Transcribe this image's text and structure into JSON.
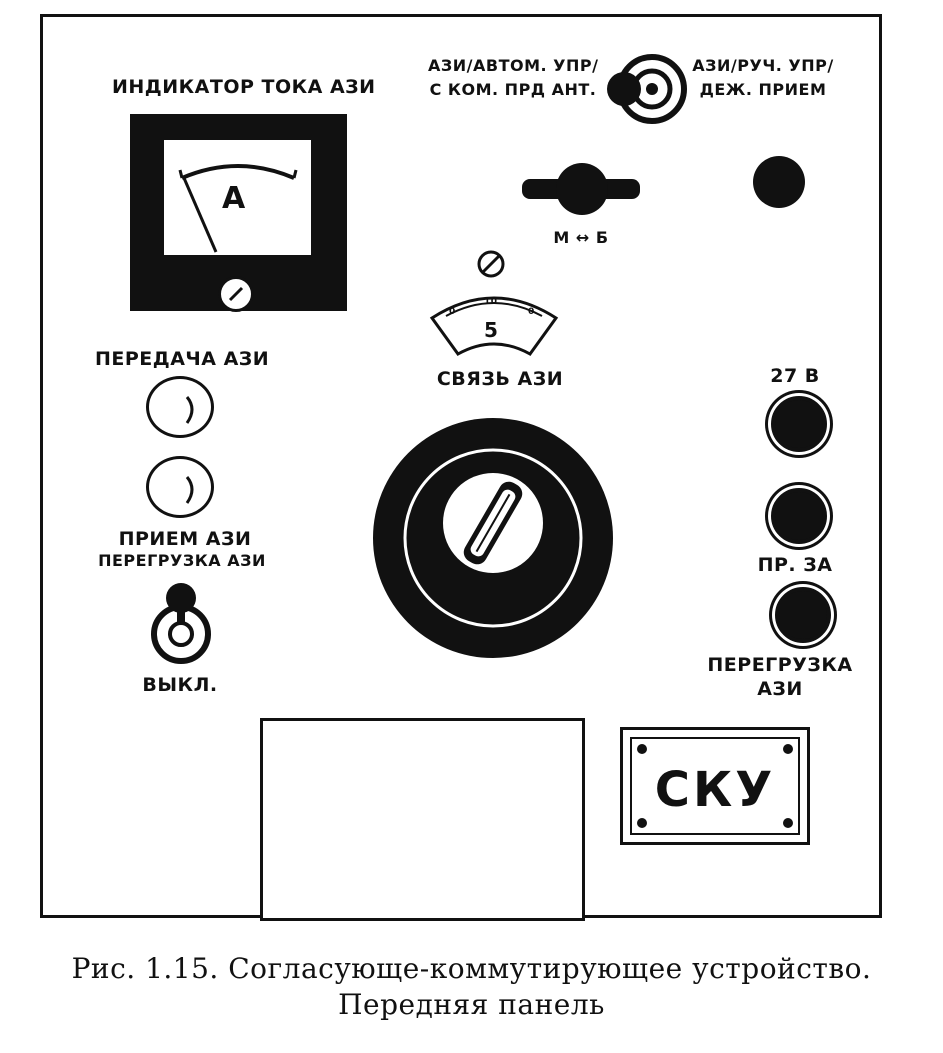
{
  "panel": {
    "meter": {
      "label": "ИНДИКАТОР ТОКА АЗИ",
      "unit": "А"
    },
    "mode_switch": {
      "left_label_line1": "АЗИ/АВТОМ. УПР/",
      "left_label_line2": "С КОМ. ПРД АНТ.",
      "right_label_line1": "АЗИ/РУЧ. УПР/",
      "right_label_line2": "ДЕЖ. ПРИЕМ"
    },
    "range_switch": {
      "label": "М ↔ Б"
    },
    "scale": {
      "tick_left": "0",
      "tick_mid": "10",
      "tick_right": "0",
      "value": "5",
      "label": "СВЯЗЬ АЗИ"
    },
    "lamps_left": {
      "transmit_label": "ПЕРЕДАЧА АЗИ",
      "receive_label": "ПРИЕМ АЗИ"
    },
    "overload_toggle": {
      "label": "ПЕРЕГРУЗКА АЗИ",
      "off_label": "ВЫКЛ."
    },
    "lamps_right": {
      "power_label": "27 В",
      "fuse_label": "ПР. ЗА",
      "overload_label_line1": "ПЕРЕГРУЗКА",
      "overload_label_line2": "АЗИ"
    },
    "nameplate": {
      "text": "СКУ"
    }
  },
  "caption": {
    "line1": "Рис. 1.15. Согласующе-коммутирующее устройство.",
    "line2": "Передняя панель"
  },
  "colors": {
    "ink": "#111111",
    "paper": "#ffffff"
  }
}
